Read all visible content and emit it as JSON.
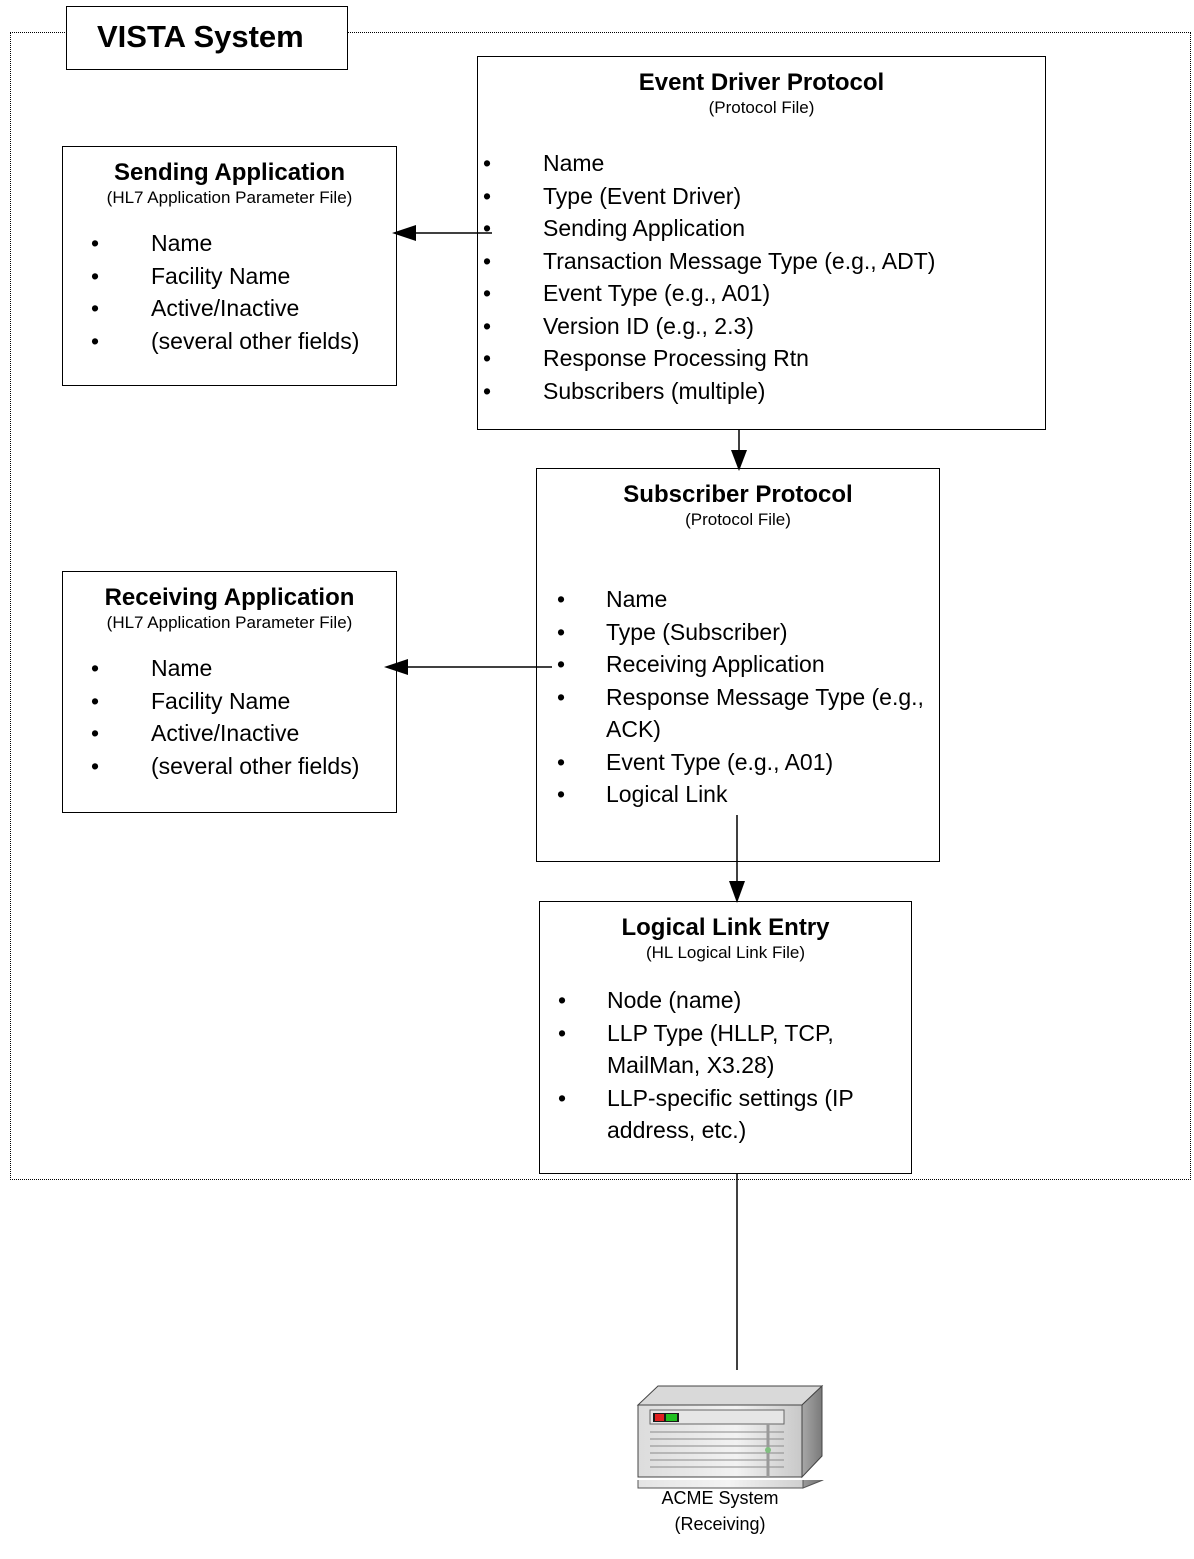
{
  "system_label": "VISTA System",
  "event_driver": {
    "title": "Event Driver Protocol",
    "subtitle": "(Protocol File)",
    "items": [
      "Name",
      "Type (Event Driver)",
      "Sending Application",
      "Transaction Message Type (e.g., ADT)",
      "Event Type (e.g., A01)",
      "Version ID (e.g., 2.3)",
      "Response Processing Rtn",
      "Subscribers (multiple)"
    ]
  },
  "sending_app": {
    "title": "Sending Application",
    "subtitle": "(HL7 Application Parameter File)",
    "items": [
      "Name",
      "Facility Name",
      "Active/Inactive",
      "(several other fields)"
    ]
  },
  "subscriber": {
    "title": "Subscriber Protocol",
    "subtitle": "(Protocol File)",
    "items": [
      "Name",
      "Type (Subscriber)",
      "Receiving Application",
      "Response Message Type (e.g., ACK)",
      "Event Type (e.g., A01)",
      "Logical Link"
    ]
  },
  "receiving_app": {
    "title": "Receiving Application",
    "subtitle": "(HL7 Application Parameter File)",
    "items": [
      "Name",
      "Facility Name",
      "Active/Inactive",
      "(several other fields)"
    ]
  },
  "logical_link": {
    "title": "Logical Link Entry",
    "subtitle": "(HL Logical Link File)",
    "items": [
      "Node (name)",
      "LLP Type (HLLP, TCP, MailMan, X3.28)",
      "LLP-specific settings (IP address, etc.)"
    ]
  },
  "external_system": {
    "icon": "server-icon",
    "name": "ACME System",
    "role": "(Receiving)"
  }
}
